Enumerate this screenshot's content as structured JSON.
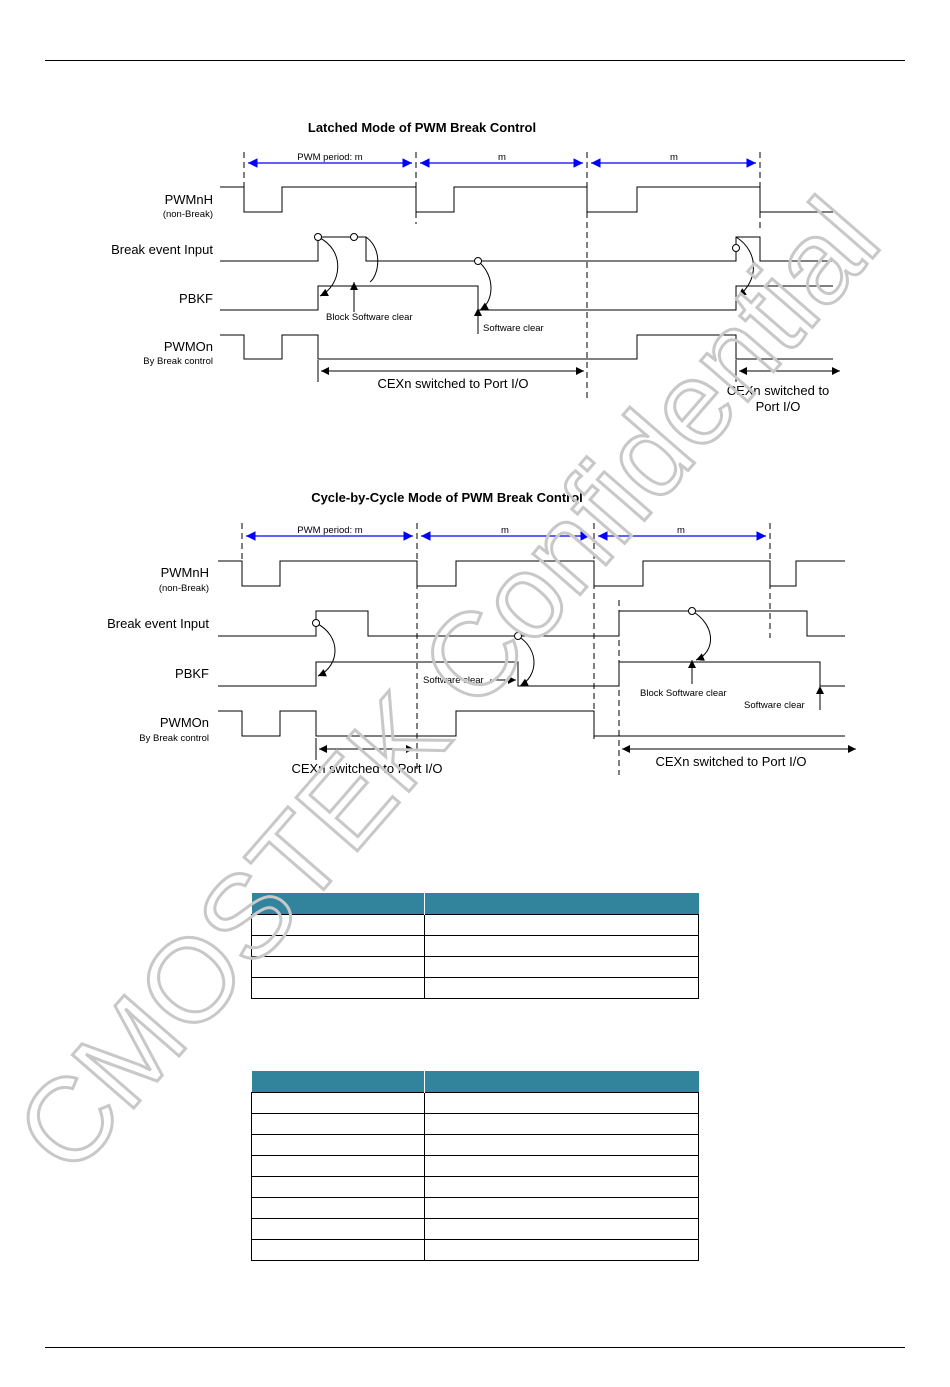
{
  "latched": {
    "title": "Latched Mode of PWM Break Control",
    "period_label": "PWM period: m",
    "m_label_1": "m",
    "m_label_2": "m",
    "sig_pwmnh": "PWMnH",
    "sig_pwmnh_sub": "(non-Break)",
    "sig_break": "Break event Input",
    "sig_pbkf": "PBKF",
    "sig_pwmon": "PWMOn",
    "sig_pwmon_sub": "By Break control",
    "block_sw_clear": "Block Software clear",
    "sw_clear": "Software clear",
    "cex_switched": "CEXn switched to Port I/O",
    "cex_switched_to": "CEXn switched to",
    "port_io": "Port I/O"
  },
  "cycle": {
    "title": "Cycle-by-Cycle Mode of PWM Break Control",
    "period_label": "PWM period: m",
    "m_label_1": "m",
    "m_label_2": "m",
    "sig_pwmnh": "PWMnH",
    "sig_pwmnh_sub": "(non-Break)",
    "sig_break": "Break event Input",
    "sig_pbkf": "PBKF",
    "sig_pwmon": "PWMOn",
    "sig_pwmon_sub": "By Break control",
    "sw_clear_1": "Software clear",
    "block_sw_clear": "Block Software clear",
    "sw_clear_2": "Software clear",
    "cex_switched_1": "CEXn switched to Port I/O",
    "cex_switched_2": "CEXn switched to Port I/O"
  },
  "watermark": "CMOSTEK Confidential",
  "colors": {
    "arrow_blue": "#0000ff",
    "table_header": "#31849b",
    "watermark": "#c8c8c8"
  }
}
